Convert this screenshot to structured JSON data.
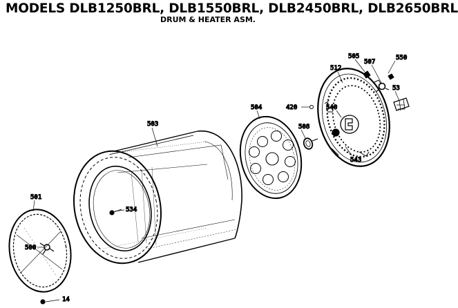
{
  "header": {
    "title": "MODELS DLB1250BRL, DLB1550BRL, DLB2450BRL, DLB2650BRL",
    "subtitle": "DRUM & HEATER ASM."
  },
  "parts": {
    "p501": "501",
    "p500": "500",
    "p14": "14",
    "p503": "503",
    "p534": "534",
    "p504": "504",
    "p508": "508",
    "p420": "420",
    "p512": "512",
    "p505": "505",
    "p507": "507",
    "p550": "550",
    "p53": "53",
    "p540": "540",
    "p543": "543"
  },
  "colors": {
    "ink": "#000000",
    "paper": "#ffffff"
  }
}
